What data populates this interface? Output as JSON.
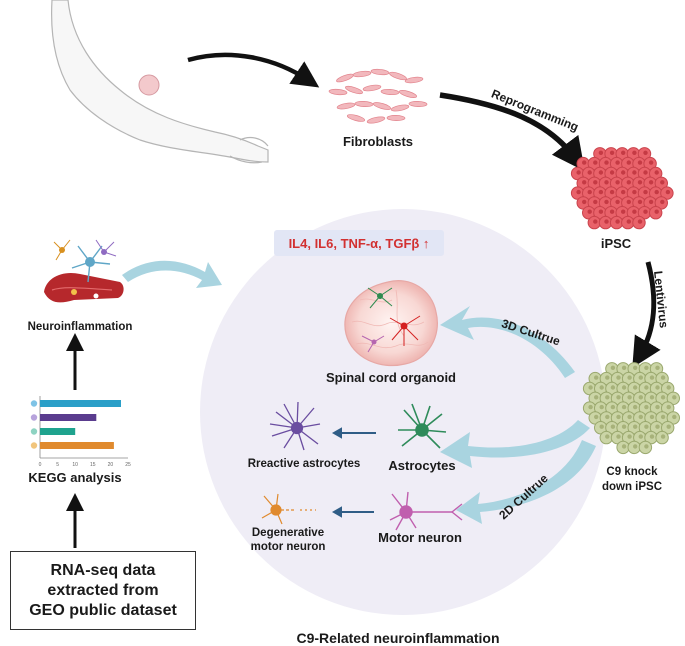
{
  "labels": {
    "fibroblasts": "Fibroblasts",
    "reprogramming": "Reprogramming",
    "ipsc": "iPSC",
    "lentivirus": "Lentivirus",
    "c9_knockdown_line1": "C9 knock",
    "c9_knockdown_line2": "down iPSC",
    "culture_3d": "3D Cultrue",
    "culture_2d": "2D Cultrue",
    "spinal_cord_organoid": "Spinal cord organoid",
    "astrocytes": "Astrocytes",
    "reactive_astrocytes": "Rreactive astrocytes",
    "motor_neuron": "Motor neuron",
    "degenerative_line1": "Degenerative",
    "degenerative_line2": "motor neuron",
    "neuroinflammation": "Neuroinflammation",
    "kegg_analysis": "KEGG analysis",
    "rna_line1": "RNA-seq data",
    "rna_line2": "extracted from",
    "rna_line3": "GEO public dataset",
    "cytokines": "IL4, IL6, TNF-α, TGFβ ↑",
    "caption": "C9-Related neuroinflammation"
  },
  "kegg_chart": {
    "values": [
      23,
      16,
      10,
      21
    ],
    "bar_colors": [
      "#2a9fc8",
      "#5a3c8e",
      "#1fa38e",
      "#e08a2e"
    ],
    "dot_colors": [
      "#7fc3e6",
      "#b7a3dc",
      "#8ed3c2",
      "#f1c57d"
    ],
    "xticks": [
      "0",
      "5",
      "10",
      "15",
      "20",
      "25"
    ],
    "xmax": 25
  },
  "colors": {
    "circle_fill": "#efedf6",
    "arrow_dark": "#111111",
    "arrow_light": "#a9d4e0",
    "ipsc_cell": "#e9626a",
    "c9_cell": "#cbd5a6",
    "cytokine_text": "#d23131"
  }
}
